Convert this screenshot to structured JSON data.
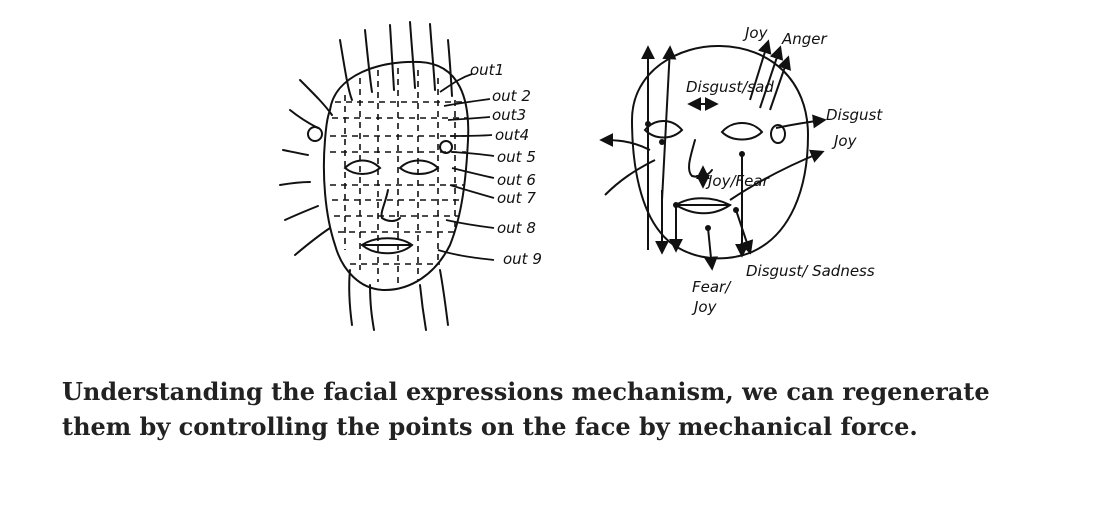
{
  "colors": {
    "ink": "#111111",
    "caption": "#222222",
    "background": "#ffffff"
  },
  "left_face": {
    "labels": [
      "out1",
      "out 2",
      "out3",
      "out4",
      "out 5",
      "out 6",
      "out 7",
      "out 8",
      "out 9"
    ]
  },
  "right_face": {
    "labels": {
      "joy_top": "Joy",
      "anger": "Anger",
      "disgust_sad": "Disgust/sad",
      "disgust_right": "Disgust",
      "joy_right": "Joy",
      "joy_fear_mid": "Joy/Fear",
      "fear_joy_bottom_1": "Fear/",
      "fear_joy_bottom_2": "Joy",
      "disgust_sadness": "Disgust/ Sadness"
    }
  },
  "caption": "Understanding the facial expressions mechanism, we can regenerate them by controlling the points on the face by mechanical force."
}
